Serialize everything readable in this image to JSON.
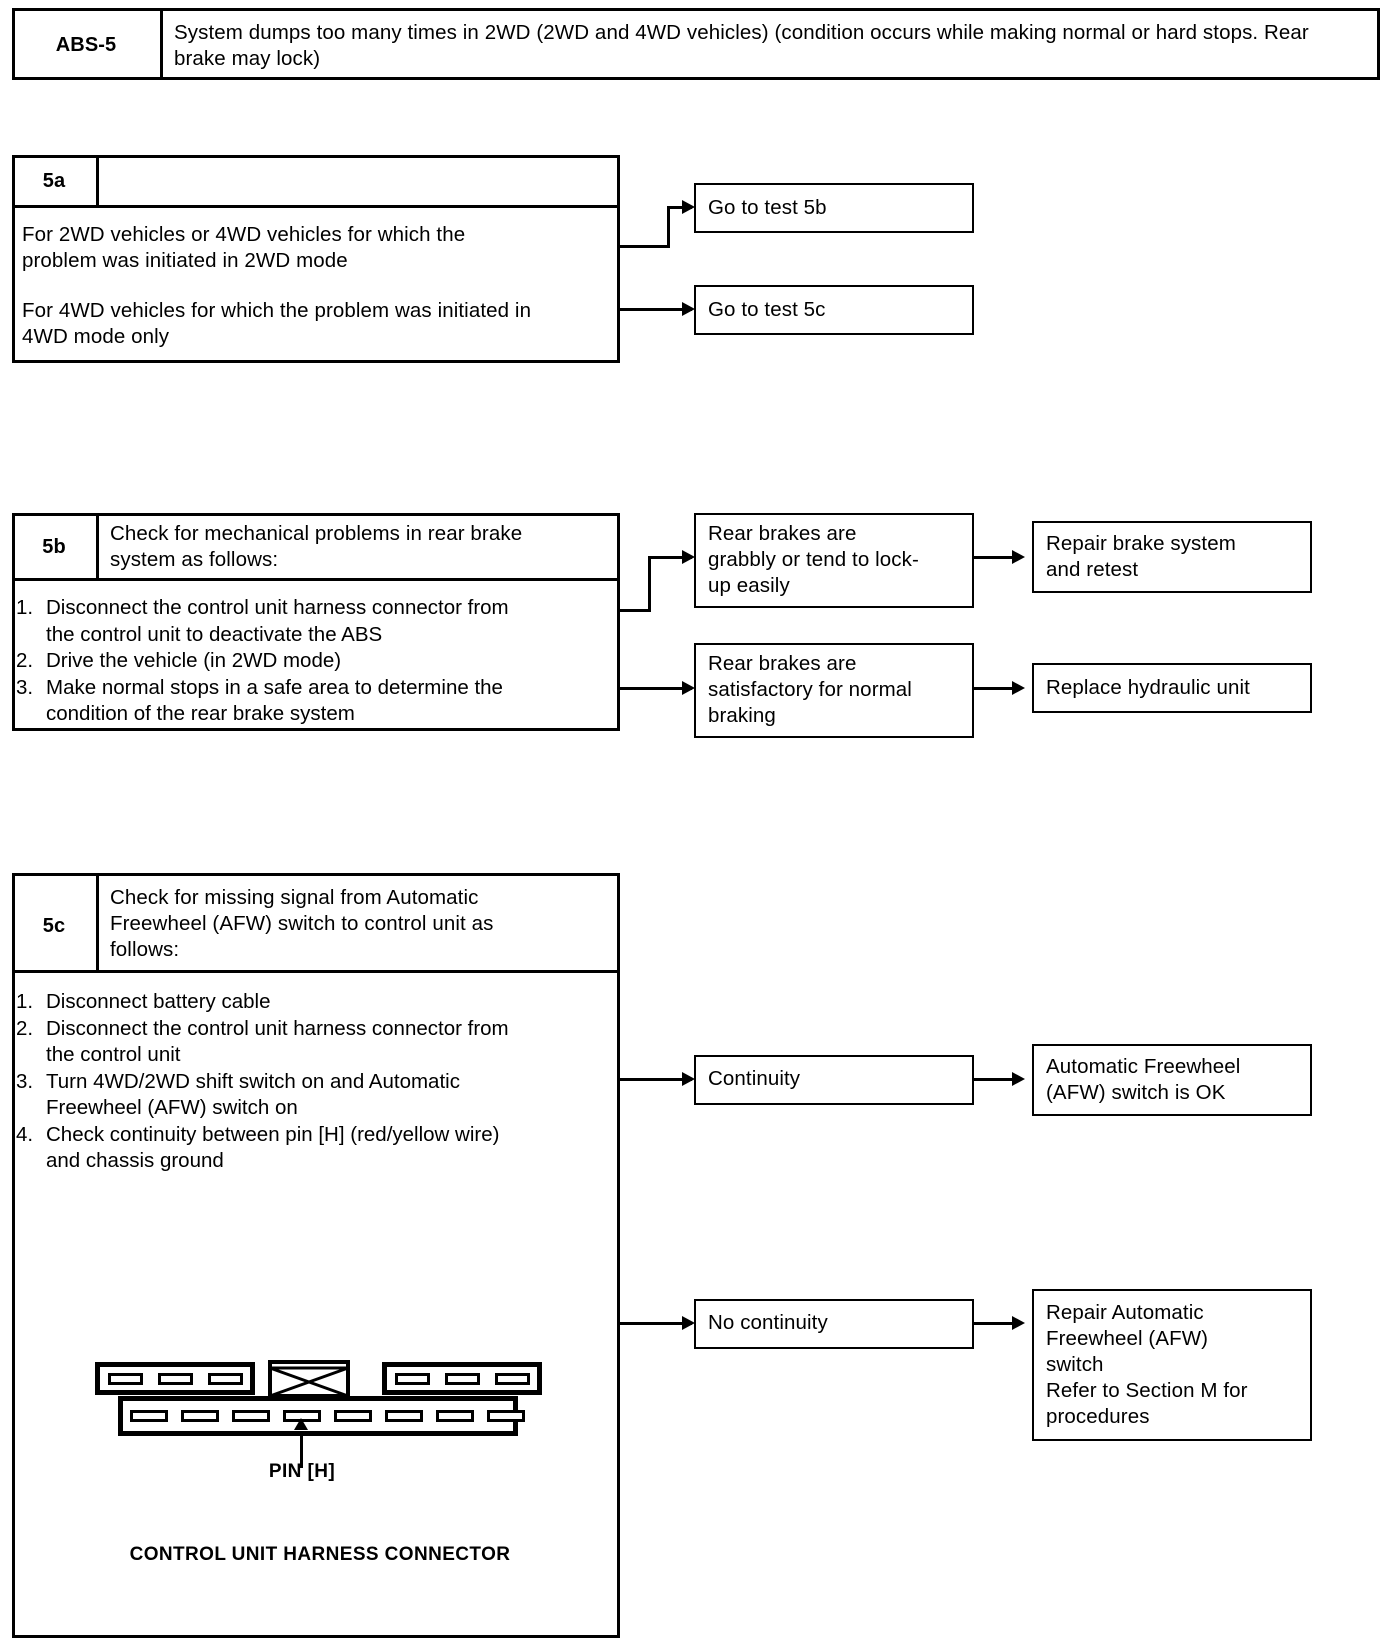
{
  "document": {
    "title": "ABS-5 Diagnostic Flowchart",
    "type": "troubleshooting-flowchart"
  },
  "header": {
    "code": "ABS-5",
    "symptom": "System dumps too many times in 2WD (2WD and 4WD vehicles) (condition occurs while making normal or hard stops. Rear brake may lock)"
  },
  "tests": [
    {
      "id": "5a",
      "title": "",
      "conditions": [
        "For 2WD vehicles or 4WD vehicles for which the\nproblem was initiated in 2WD mode",
        "For 4WD vehicles for which the problem was initiated in\n4WD mode only"
      ],
      "results": [
        "Go to test 5b",
        "Go to test 5c"
      ]
    },
    {
      "id": "5b",
      "title": "Check for mechanical problems in rear brake\nsystem as follows:",
      "steps": [
        {
          "n": "1.",
          "text": "Disconnect the control unit harness connector from\nthe control unit to deactivate the ABS"
        },
        {
          "n": "2.",
          "text": "Drive the vehicle (in 2WD mode)"
        },
        {
          "n": "3.",
          "text": "Make normal stops in a safe area to determine the\ncondition of the rear brake system"
        }
      ],
      "results": [
        "Rear brakes are\ngrabbly or tend to lock-\nup easily",
        "Rear brakes are\nsatisfactory for normal\nbraking"
      ],
      "actions": [
        "Repair brake system\nand retest",
        "Replace hydraulic unit"
      ]
    },
    {
      "id": "5c",
      "title": "Check for missing signal from Automatic\nFreewheel (AFW) switch to control unit as\nfollows:",
      "steps": [
        {
          "n": "1.",
          "text": "Disconnect battery cable"
        },
        {
          "n": "2.",
          "text": "Disconnect the control unit harness connector from\nthe control unit"
        },
        {
          "n": "3.",
          "text": "Turn 4WD/2WD shift switch on and Automatic\nFreewheel (AFW) switch on"
        },
        {
          "n": "4.",
          "text": "Check continuity between pin [H] (red/yellow wire)\nand chassis ground"
        }
      ],
      "results": [
        "Continuity",
        "No continuity"
      ],
      "actions": [
        "Automatic Freewheel\n(AFW) switch is OK",
        "Repair Automatic\nFreewheel (AFW)\nswitch\nRefer to Section M for\nprocedures"
      ],
      "figure": {
        "pin_label": "PIN [H]",
        "caption": "CONTROL UNIT HARNESS CONNECTOR",
        "top_row_left_pins": 3,
        "top_row_right_pins": 3,
        "bottom_row_pins": 8,
        "highlighted_pin_index": 4
      }
    }
  ],
  "colors": {
    "ink": "#000000",
    "paper": "#ffffff"
  }
}
